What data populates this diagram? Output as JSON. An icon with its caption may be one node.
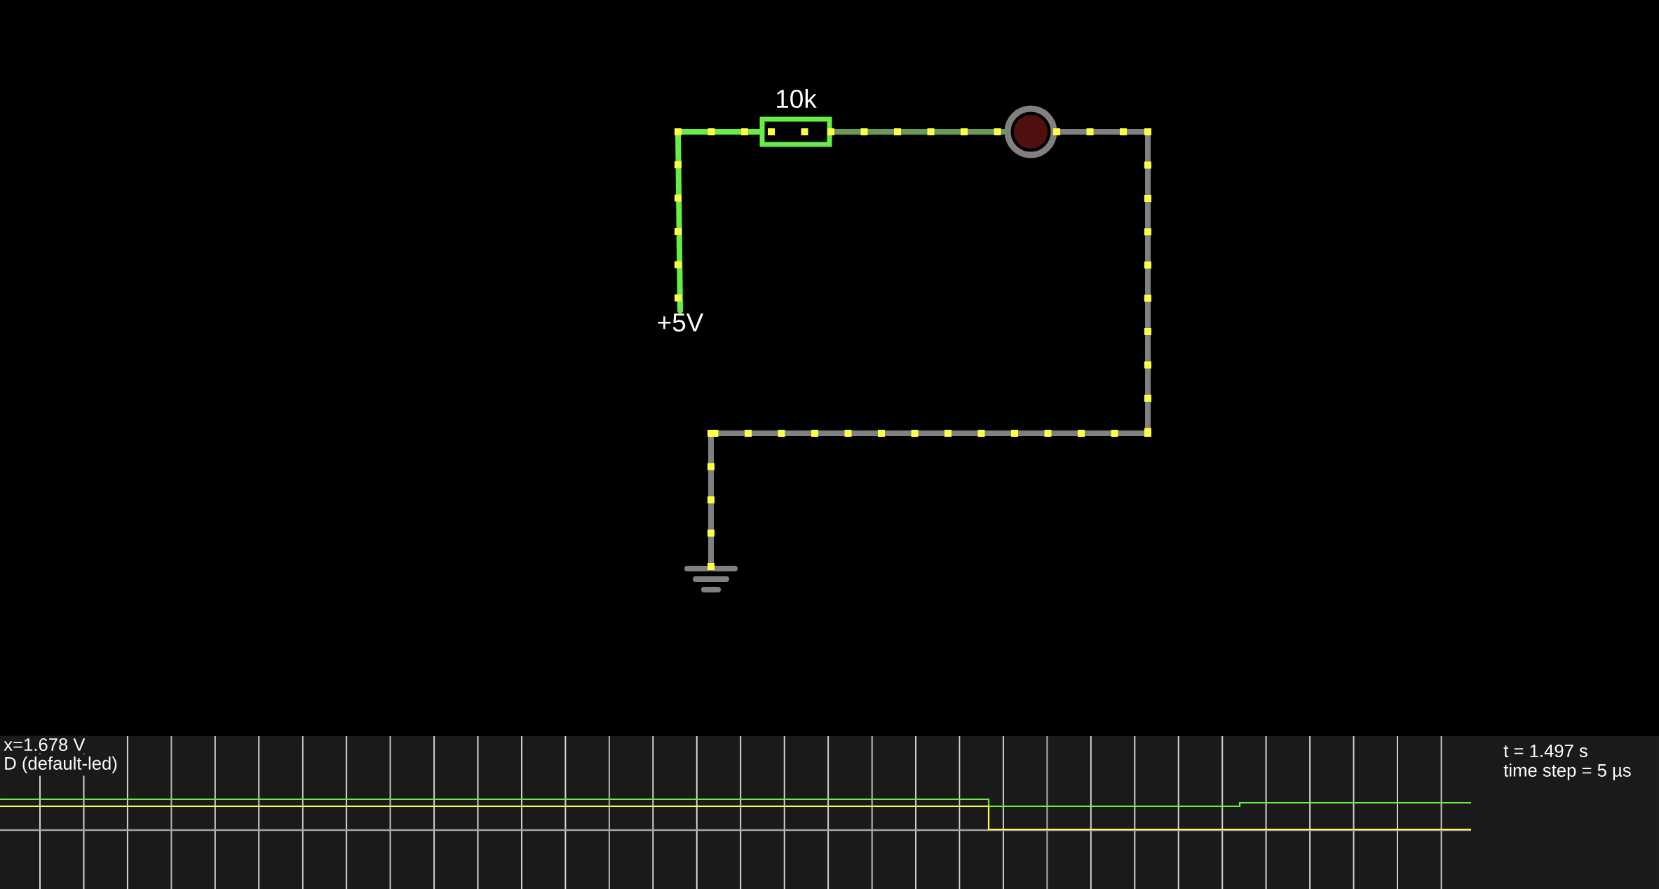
{
  "diagram": {
    "nodes": [
      {
        "text": [
          "+5V"
        ]
      },
      {
        "text": [
          "10k"
        ]
      },
      {
        "text": [],
        "shape": "circle"
      },
      {
        "text": [],
        "shape": "ground"
      }
    ],
    "edges": [
      {
        "from": 0,
        "to": 1,
        "arrow": "none",
        "color": "#66ee44"
      },
      {
        "from": 1,
        "to": 2,
        "arrow": "none",
        "color": "#6a9a5a"
      },
      {
        "from": 2,
        "to": 3,
        "arrow": "none",
        "color": "#808080"
      }
    ],
    "labels": [
      "x=1.678 V",
      "D (default-led)",
      "t = 1.497 s",
      "time step = 5 µs"
    ]
  }
}
